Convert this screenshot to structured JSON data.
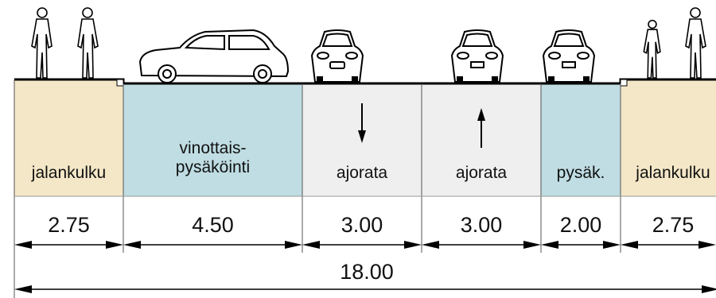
{
  "diagram": {
    "colors": {
      "sidewalk": "#f4e7c7",
      "parking": "#bfdde3",
      "roadway": "#efefef",
      "line": "#000000"
    },
    "lanes": [
      {
        "id": "sidewalk-left",
        "label": [
          "jalankulku"
        ],
        "width": "2.75",
        "kind": "sidewalk",
        "arrow": ""
      },
      {
        "id": "parking-angled",
        "label": [
          "vinottais-",
          "pysäköinti"
        ],
        "width": "4.50",
        "kind": "parking",
        "arrow": ""
      },
      {
        "id": "lane-down",
        "label": [
          "ajorata"
        ],
        "width": "3.00",
        "kind": "roadway",
        "arrow": "down"
      },
      {
        "id": "lane-up",
        "label": [
          "ajorata"
        ],
        "width": "3.00",
        "kind": "roadway",
        "arrow": "up"
      },
      {
        "id": "parking-parallel",
        "label": [
          "pysäk."
        ],
        "width": "2.00",
        "kind": "parking",
        "arrow": ""
      },
      {
        "id": "sidewalk-right",
        "label": [
          "jalankulku"
        ],
        "width": "2.75",
        "kind": "sidewalk",
        "arrow": ""
      }
    ],
    "total": "18.00",
    "icons": [
      "pedestrian-icon",
      "pedestrian-icon",
      "car-side-icon",
      "car-front-icon",
      "car-rear-icon",
      "car-rear-icon",
      "pedestrian-icon",
      "pedestrian-icon"
    ]
  }
}
